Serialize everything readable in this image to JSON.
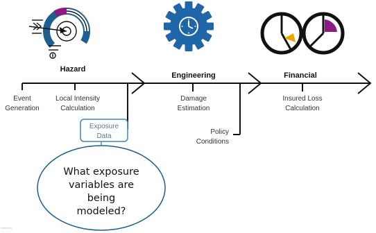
{
  "stages": {
    "hazard": {
      "label": "Hazard"
    },
    "engineering": {
      "label": "Engineering"
    },
    "financial": {
      "label": "Financial"
    }
  },
  "steps": {
    "event_generation": {
      "line1": "Event",
      "line2": "Generation"
    },
    "local_intensity": {
      "line1": "Local Intensity",
      "line2": "Calculation"
    },
    "damage_estimation": {
      "line1": "Damage",
      "line2": "Estimation"
    },
    "insured_loss": {
      "line1": "Insured Loss",
      "line2": "Calculation"
    },
    "policy_conditions": {
      "line1": "Policy",
      "line2": "Conditions"
    }
  },
  "exposure_box": {
    "line1": "Exposure",
    "line2": "Data"
  },
  "callout": {
    "line1": "What exposure",
    "line2": "variables are",
    "line3": "being",
    "line4": "modeled?"
  },
  "footer": "reserved.",
  "icons": {
    "hazard_icon": "target-with-arrow-icon",
    "engineering_icon": "gear-with-clock-icon",
    "financial_icon": "pie-charts-icon"
  },
  "colors": {
    "accent_blue": "#1e5f8f",
    "gear_blue": "#1f66a8",
    "accent_purple": "#8b1a82",
    "accent_gold": "#e8a800",
    "exposure_border": "#3a86c8",
    "line": "#111111"
  }
}
